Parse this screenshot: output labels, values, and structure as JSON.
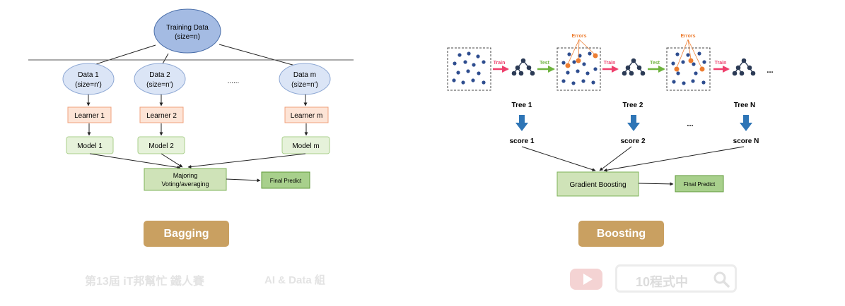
{
  "bagging": {
    "training_data": [
      "Training Data",
      "(size=n)"
    ],
    "datasets": [
      {
        "line1": "Data 1",
        "line2": "(size=n')"
      },
      {
        "line1": "Data 2",
        "line2": "(size=n')"
      },
      {
        "line1": "Data m",
        "line2": "(size=n')"
      }
    ],
    "ellipsis": "......",
    "learners": [
      "Learner 1",
      "Learner 2",
      "Learner m"
    ],
    "models": [
      "Model 1",
      "Model 2",
      "Model m"
    ],
    "aggregator": [
      "Majoring",
      "Voting/averaging"
    ],
    "final": "Final Predict",
    "title": "Bagging"
  },
  "boosting": {
    "train_label": "Train",
    "test_label": "Test",
    "errors_label": "Errors",
    "trailing_dots": "...",
    "trees": [
      "Tree 1",
      "Tree 2",
      "Tree N"
    ],
    "scores": [
      "score 1",
      "score 2",
      "score N"
    ],
    "mid_dots": "...",
    "aggregator": "Gradient Boosting",
    "final": "Final Predict",
    "title": "Boosting"
  },
  "watermark": {
    "left": "第13屆 iT邦幫忙 鐵人賽",
    "mid": "AI & Data 組",
    "channel": "10程式中"
  },
  "colors": {
    "ellipse_dark": "#a4bbe3",
    "ellipse_light": "#dbe5f6",
    "learner_fill": "#fde4d6",
    "learner_border": "#f0a27c",
    "model_fill": "#e6f2da",
    "model_border": "#a9cf8b",
    "agg_fill": "#cfe3b8",
    "final_fill": "#a8d08c",
    "dot_blue": "#2e4d8f",
    "dot_orange": "#ed7d31",
    "arrow_blue": "#2e75b6",
    "train_pink": "#ee3f6c",
    "test_green": "#6fb43f",
    "pill": "#c9a061"
  }
}
